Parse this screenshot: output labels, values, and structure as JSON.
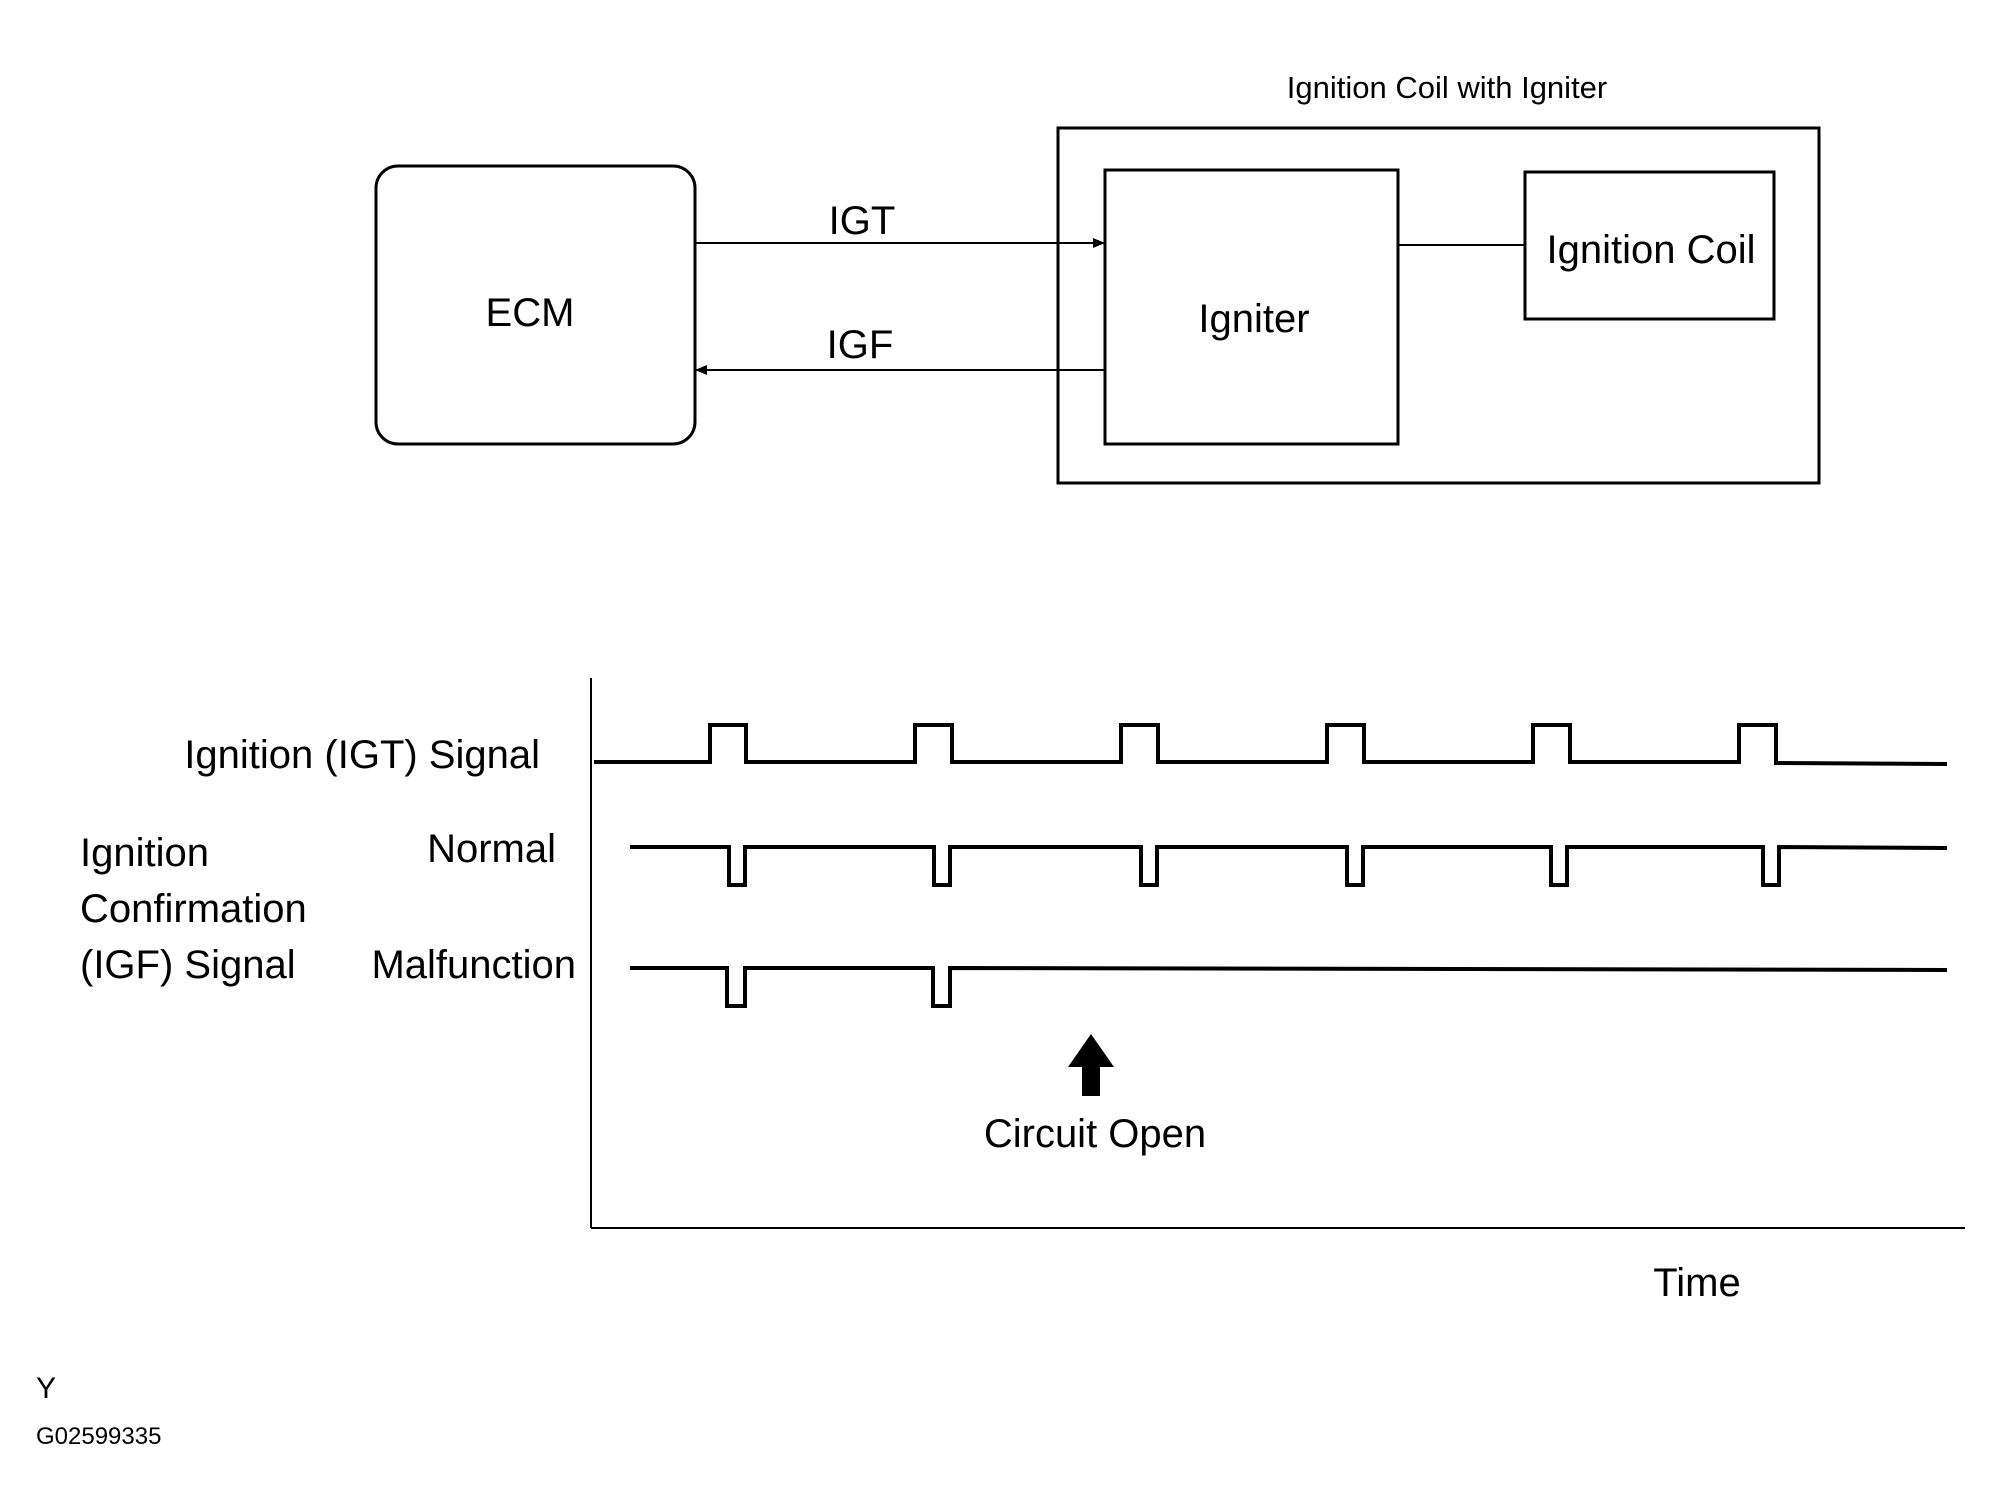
{
  "block_diagram": {
    "outer_box_title": "Ignition Coil with Igniter",
    "ecm_label": "ECM",
    "igniter_label": "Igniter",
    "ignition_coil_label": "Ignition Coil",
    "igt_line_label": "IGT",
    "igf_line_label": "IGF"
  },
  "timing_chart": {
    "igt_signal_label": "Ignition (IGT) Signal",
    "igf_signal_label_lines": [
      "Ignition",
      "Confirmation",
      "(IGF) Signal"
    ],
    "normal_label": "Normal",
    "malfunction_label": "Malfunction",
    "circuit_open_label": "Circuit Open",
    "time_axis_label": "Time"
  },
  "footer": {
    "code_letter": "Y",
    "figure_id": "G02599335"
  }
}
